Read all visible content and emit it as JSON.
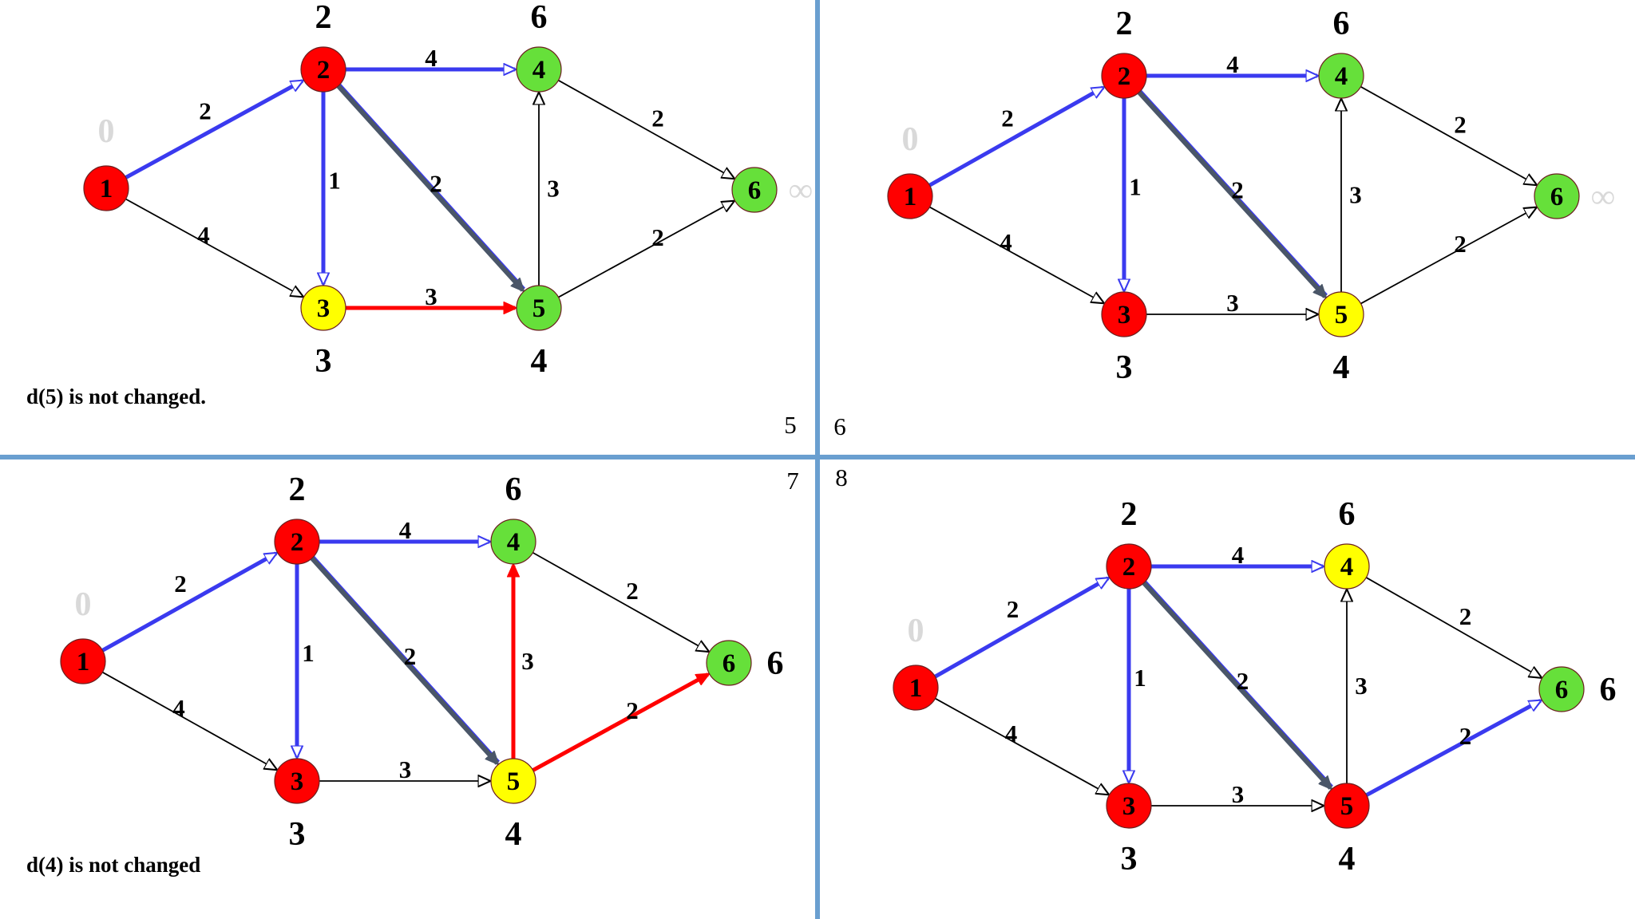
{
  "colors": {
    "red": "#ff0000",
    "yellow": "#ffff00",
    "green": "#66e03a",
    "blue": "#3a3aef",
    "dark": "#4a5668",
    "black": "#000000",
    "faded": "#d9d9d9",
    "divider": "#6a9fd0"
  },
  "edges": [
    {
      "id": "1-2",
      "from": "1",
      "to": "2",
      "weight": "2"
    },
    {
      "id": "1-3",
      "from": "1",
      "to": "3",
      "weight": "4"
    },
    {
      "id": "2-4",
      "from": "2",
      "to": "4",
      "weight": "4"
    },
    {
      "id": "2-3",
      "from": "2",
      "to": "3",
      "weight": "1"
    },
    {
      "id": "2-5",
      "from": "2",
      "to": "5",
      "weight": "2"
    },
    {
      "id": "3-5",
      "from": "3",
      "to": "5",
      "weight": "3"
    },
    {
      "id": "5-4",
      "from": "5",
      "to": "4",
      "weight": "3"
    },
    {
      "id": "4-6",
      "from": "4",
      "to": "6",
      "weight": "2"
    },
    {
      "id": "5-6",
      "from": "5",
      "to": "6",
      "weight": "2"
    }
  ],
  "panels": [
    {
      "number": "5",
      "caption": "d(5) is not changed.",
      "node_colors": {
        "1": "red",
        "2": "red",
        "3": "yellow",
        "4": "green",
        "5": "green",
        "6": "green"
      },
      "edge_styles": {
        "1-2": "blue",
        "2-4": "blue",
        "2-3": "blue",
        "2-5": "dark",
        "3-5": "red"
      },
      "distances": {
        "1": "0",
        "2": "2",
        "3": "3",
        "4": "6",
        "5": "4",
        "6": "∞"
      },
      "faded_distances": [
        "1",
        "6"
      ]
    },
    {
      "number": "6",
      "caption": "",
      "node_colors": {
        "1": "red",
        "2": "red",
        "3": "red",
        "4": "green",
        "5": "yellow",
        "6": "green"
      },
      "edge_styles": {
        "1-2": "blue",
        "2-4": "blue",
        "2-3": "blue",
        "2-5": "dark"
      },
      "distances": {
        "1": "0",
        "2": "2",
        "3": "3",
        "4": "6",
        "5": "4",
        "6": "∞"
      },
      "faded_distances": [
        "1",
        "6"
      ]
    },
    {
      "number": "7",
      "caption": "d(4) is not changed",
      "node_colors": {
        "1": "red",
        "2": "red",
        "3": "red",
        "4": "green",
        "5": "yellow",
        "6": "green"
      },
      "edge_styles": {
        "1-2": "blue",
        "2-4": "blue",
        "2-3": "blue",
        "2-5": "dark",
        "5-4": "red",
        "5-6": "red"
      },
      "distances": {
        "1": "0",
        "2": "2",
        "3": "3",
        "4": "6",
        "5": "4",
        "6": "6"
      },
      "faded_distances": [
        "1"
      ]
    },
    {
      "number": "8",
      "caption": "",
      "node_colors": {
        "1": "red",
        "2": "red",
        "3": "red",
        "4": "yellow",
        "5": "red",
        "6": "green"
      },
      "edge_styles": {
        "1-2": "blue",
        "2-4": "blue",
        "2-3": "blue",
        "2-5": "dark",
        "5-6": "blue"
      },
      "distances": {
        "1": "0",
        "2": "2",
        "3": "3",
        "4": "6",
        "5": "4",
        "6": "6"
      },
      "faded_distances": [
        "1"
      ]
    }
  ]
}
